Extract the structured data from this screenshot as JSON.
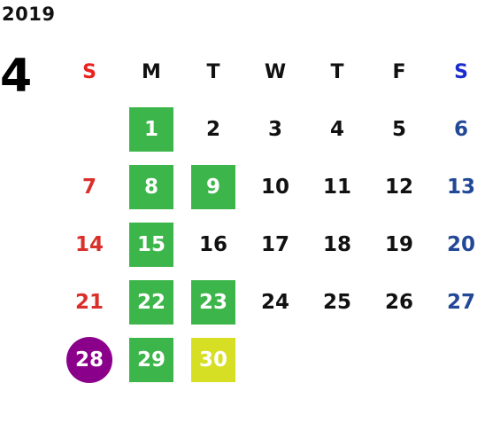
{
  "calendar": {
    "year": "2019",
    "month": "4",
    "weekday_headers": [
      "S",
      "M",
      "T",
      "W",
      "T",
      "F",
      "S"
    ],
    "colors": {
      "sunday_header": "#e8231e",
      "saturday_header": "#1a2ccf",
      "sunday_number": "#d9302c",
      "saturday_number": "#224896",
      "weekday": "#111111",
      "highlight_green": "#3cb54a",
      "highlight_yellow": "#d6df23",
      "highlight_purple": "#8b008b"
    },
    "weeks": [
      [
        null,
        {
          "d": "1",
          "hl": "green"
        },
        {
          "d": "2"
        },
        {
          "d": "3"
        },
        {
          "d": "4"
        },
        {
          "d": "5"
        },
        {
          "d": "6"
        }
      ],
      [
        {
          "d": "7"
        },
        {
          "d": "8",
          "hl": "green"
        },
        {
          "d": "9",
          "hl": "green"
        },
        {
          "d": "10"
        },
        {
          "d": "11"
        },
        {
          "d": "12"
        },
        {
          "d": "13"
        }
      ],
      [
        {
          "d": "14"
        },
        {
          "d": "15",
          "hl": "green"
        },
        {
          "d": "16"
        },
        {
          "d": "17"
        },
        {
          "d": "18"
        },
        {
          "d": "19"
        },
        {
          "d": "20"
        }
      ],
      [
        {
          "d": "21"
        },
        {
          "d": "22",
          "hl": "green"
        },
        {
          "d": "23",
          "hl": "green"
        },
        {
          "d": "24"
        },
        {
          "d": "25"
        },
        {
          "d": "26"
        },
        {
          "d": "27"
        }
      ],
      [
        {
          "d": "28",
          "hl": "purple"
        },
        {
          "d": "29",
          "hl": "green"
        },
        {
          "d": "30",
          "hl": "yellow"
        },
        null,
        null,
        null,
        null
      ]
    ]
  }
}
